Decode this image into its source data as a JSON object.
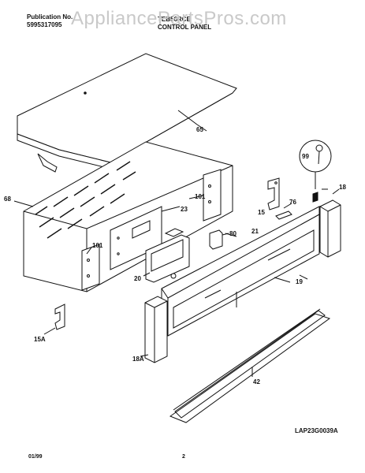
{
  "header": {
    "publication_label": "Publication No.",
    "publication_number": "5995317095",
    "model": "TEB56RCE",
    "section": "CONTROL PANEL"
  },
  "watermark": "AppliancePartsPros.com",
  "diagram": {
    "parts": [
      "65",
      "68",
      "101",
      "23",
      "15",
      "76",
      "99",
      "18",
      "80",
      "21",
      "101",
      "20",
      "19",
      "15A",
      "18A",
      "42"
    ],
    "code": "LAP23G0039A"
  },
  "footer": {
    "date": "01/99",
    "page": "2"
  }
}
